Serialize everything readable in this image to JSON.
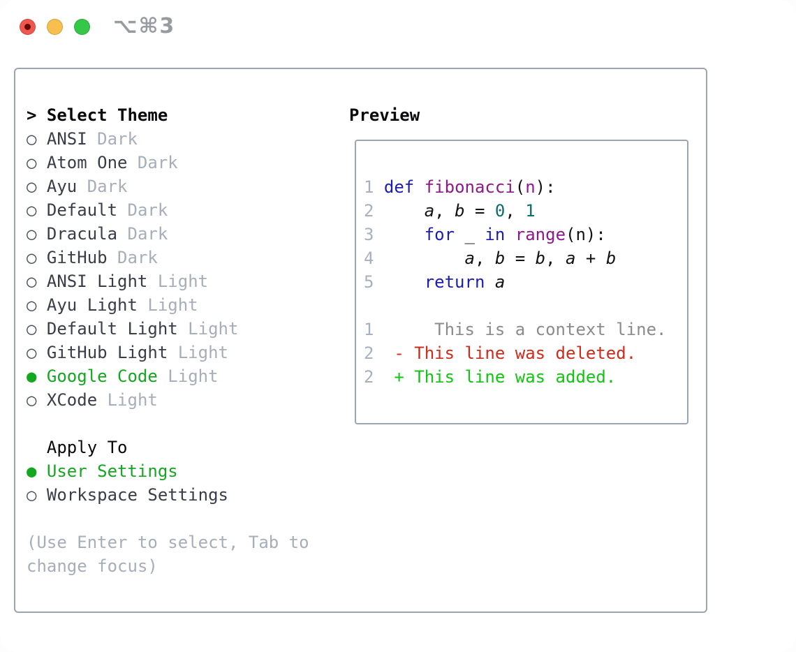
{
  "titlebar": {
    "shortcut": "⌥⌘3",
    "buttons": [
      {
        "name": "close",
        "color": "#f1574f"
      },
      {
        "name": "minimize",
        "color": "#f6bf4e"
      },
      {
        "name": "maximize",
        "color": "#35c748"
      }
    ]
  },
  "theme_panel": {
    "prompt": ">",
    "title": "Select Theme",
    "themes": [
      {
        "name": "ANSI",
        "variant": "Dark",
        "selected": false
      },
      {
        "name": "Atom One",
        "variant": "Dark",
        "selected": false
      },
      {
        "name": "Ayu",
        "variant": "Dark",
        "selected": false
      },
      {
        "name": "Default",
        "variant": "Dark",
        "selected": false
      },
      {
        "name": "Dracula",
        "variant": "Dark",
        "selected": false
      },
      {
        "name": "GitHub",
        "variant": "Dark",
        "selected": false
      },
      {
        "name": "ANSI Light",
        "variant": "Light",
        "selected": false
      },
      {
        "name": "Ayu Light",
        "variant": "Light",
        "selected": false
      },
      {
        "name": "Default Light",
        "variant": "Light",
        "selected": false
      },
      {
        "name": "GitHub Light",
        "variant": "Light",
        "selected": false
      },
      {
        "name": "Google Code",
        "variant": "Light",
        "selected": true
      },
      {
        "name": "XCode",
        "variant": "Light",
        "selected": false
      }
    ],
    "apply_to_title": "Apply To",
    "apply_options": [
      {
        "label": "User Settings",
        "selected": true
      },
      {
        "label": "Workspace Settings",
        "selected": false
      }
    ],
    "help_text": "(Use Enter to select, Tab to\nchange focus)"
  },
  "preview_panel": {
    "title": "Preview",
    "code_lines": [
      {
        "num": "1",
        "tokens": [
          [
            "def",
            "kw"
          ],
          [
            " ",
            "pl"
          ],
          [
            "fibonacci",
            "fn"
          ],
          [
            "(",
            "pl"
          ],
          [
            "n",
            "fn"
          ],
          [
            "):",
            "pl"
          ]
        ]
      },
      {
        "num": "2",
        "tokens": [
          [
            "    ",
            "pl"
          ],
          [
            "a",
            "var"
          ],
          [
            ", ",
            "pl"
          ],
          [
            "b",
            "var"
          ],
          [
            " = ",
            "pl"
          ],
          [
            "0",
            "num"
          ],
          [
            ", ",
            "pl"
          ],
          [
            "1",
            "num"
          ]
        ]
      },
      {
        "num": "3",
        "tokens": [
          [
            "    ",
            "pl"
          ],
          [
            "for",
            "kw"
          ],
          [
            " _ ",
            "pl"
          ],
          [
            "in",
            "kw"
          ],
          [
            " ",
            "pl"
          ],
          [
            "range",
            "fn"
          ],
          [
            "(n):",
            "pl"
          ]
        ]
      },
      {
        "num": "4",
        "tokens": [
          [
            "        ",
            "pl"
          ],
          [
            "a",
            "var"
          ],
          [
            ", ",
            "pl"
          ],
          [
            "b",
            "var"
          ],
          [
            " = ",
            "pl"
          ],
          [
            "b",
            "var"
          ],
          [
            ", ",
            "pl"
          ],
          [
            "a",
            "var"
          ],
          [
            " + ",
            "pl"
          ],
          [
            "b",
            "var"
          ]
        ]
      },
      {
        "num": "5",
        "tokens": [
          [
            "    ",
            "pl"
          ],
          [
            "return",
            "kw"
          ],
          [
            " ",
            "pl"
          ],
          [
            "a",
            "var"
          ]
        ]
      },
      {
        "num": "",
        "tokens": []
      }
    ],
    "diff_lines": [
      {
        "num": "1",
        "type": "context",
        "text": "     This is a context line."
      },
      {
        "num": "2",
        "type": "deleted",
        "text": " - This line was deleted."
      },
      {
        "num": "2",
        "type": "added",
        "text": " + This line was added."
      }
    ]
  },
  "colors": {
    "selected_green": "#13a81f",
    "added_green": "#12c512",
    "deleted_red": "#cf2b1b",
    "context_gray": "#8b8b8b",
    "keyword_blue": "#1c1cb2",
    "function_purple": "#8d198d",
    "literal_teal": "#0e6e6e",
    "code_plain": "#111116",
    "muted_text": "#a6aeba",
    "item_text": "#383d47",
    "radio_gray": "#4b515c",
    "border_gray": "#9ca4ae",
    "line_number": "#a7b0bf",
    "shortcut_gray": "#989ca1",
    "traffic_red": "#f1574f",
    "traffic_red_dot": "#640a07",
    "traffic_yellow": "#f6bf4e",
    "traffic_green": "#35c748"
  }
}
